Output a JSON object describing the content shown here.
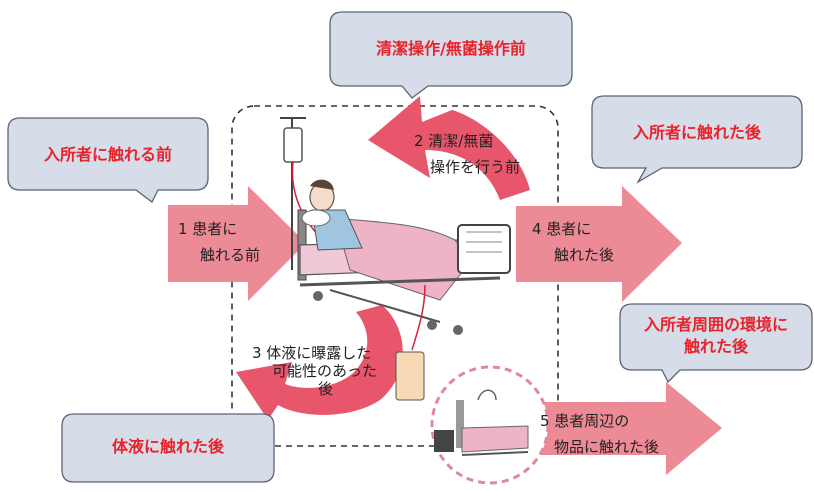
{
  "colors": {
    "bubble_fill": "#d6dce8",
    "bubble_stroke": "#5a6475",
    "callout_text": "#e8232b",
    "arrow_fill": "#ec8a96",
    "curved_arrow_fill": "#e7566a",
    "dashed_border": "#333333",
    "circle_dash": "#e0899a"
  },
  "callouts": {
    "before_aseptic": "清潔操作/無菌操作前",
    "before_touch_resident": "入所者に触れる前",
    "after_touch_resident": "入所者に触れた後",
    "after_touch_surroundings_line1": "入所者周囲の環境に",
    "after_touch_surroundings_line2": "触れた後",
    "after_body_fluid": "体液に触れた後"
  },
  "moments": {
    "m1": {
      "line1": "1  患者に",
      "line2": "触れる前"
    },
    "m2": {
      "line1": "2  清潔/無菌",
      "line2": "操作を行う前"
    },
    "m3": {
      "line1": "3 体液に曝露した",
      "line2": "可能性のあった",
      "line3": "後"
    },
    "m4": {
      "line1": "4  患者に",
      "line2": "触れた後"
    },
    "m5": {
      "line1": "5 患者周辺の",
      "line2": "物品に触れた後"
    }
  }
}
